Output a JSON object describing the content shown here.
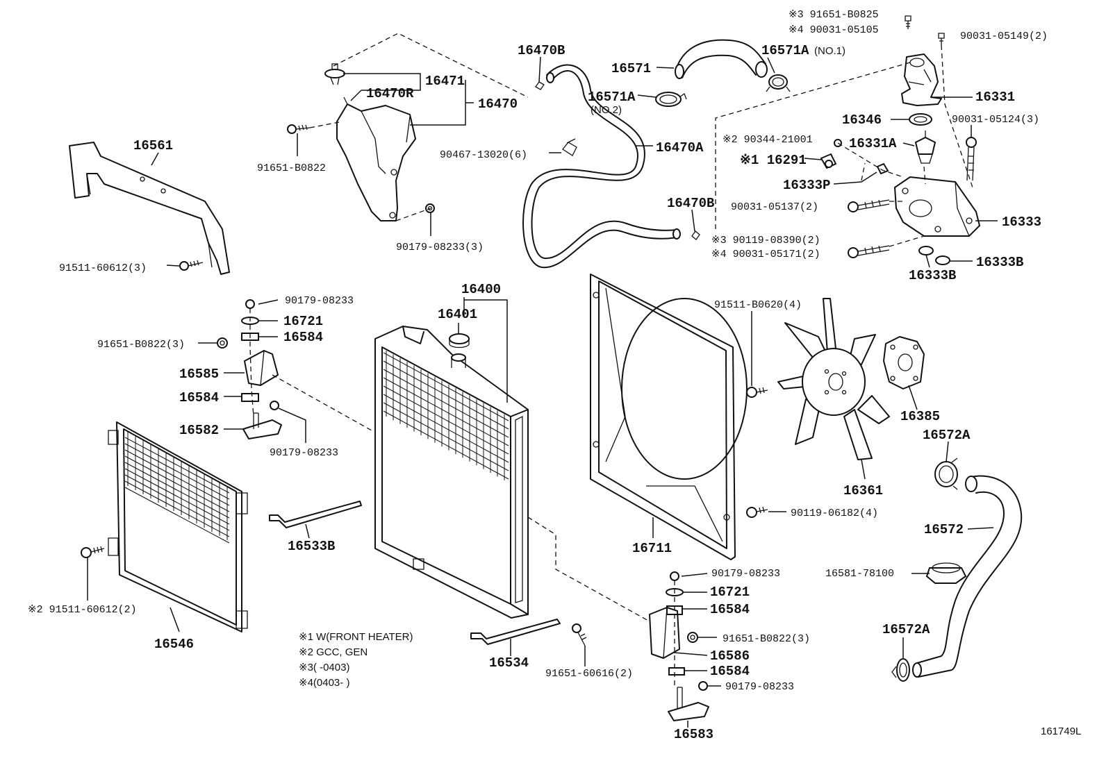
{
  "diagram_id": "161749L",
  "labels": {
    "l16561": "16561",
    "l91511_60612_3": "91511-60612(3)",
    "l16471": "16471",
    "l16470R": "16470R",
    "l16470": "16470",
    "l91651_B0822": "91651-B0822",
    "l90179_08233_3": "90179-08233(3)",
    "l16470B_top": "16470B",
    "l90467_13020_6": "90467-13020(6)",
    "l16470A": "16470A",
    "l16470B_mid": "16470B",
    "l16571": "16571",
    "l16571A_no1": "16571A",
    "l16571A_no1_tag": "(NO.1)",
    "l16571A_no2": "16571A",
    "l16571A_no2_tag": "(NO.2)",
    "l3_91651_B0825": "※3 91651-B0825",
    "l4_90031_05105": "※4 90031-05105",
    "l90031_05149_2": "90031-05149(2)",
    "l16331": "16331",
    "l16346": "16346",
    "l90031_05124_3": "90031-05124(3)",
    "l2_90344_21001": "※2 90344-21001",
    "l16331A": "16331A",
    "l1_16291": "※1 16291",
    "l16333P": "16333P",
    "l90031_05137_2": "90031-05137(2)",
    "l16333": "16333",
    "l3_90119_08390_2": "※3 90119-08390(2)",
    "l4_90031_05171_2": "※4 90031-05171(2)",
    "l16333B_a": "16333B",
    "l16333B_b": "16333B",
    "l90179_08233_a": "90179-08233",
    "l16721_a": "16721",
    "l16584_a": "16584",
    "l91651_B0822_3_a": "91651-B0822(3)",
    "l16585": "16585",
    "l16584_b": "16584",
    "l16582": "16582",
    "l90179_08233_b": "90179-08233",
    "l16400": "16400",
    "l16401": "16401",
    "l91511_B0620_4": "91511-B0620(4)",
    "l16385": "16385",
    "l16572A_top": "16572A",
    "l16361": "16361",
    "l90119_06182_4": "90119-06182(4)",
    "l16572": "16572",
    "l16711": "16711",
    "l16533B": "16533B",
    "l2_91511_60612_2": "※2 91511-60612(2)",
    "l16546": "16546",
    "l90179_08233_c": "90179-08233",
    "l16721_b": "16721",
    "l16584_c": "16584",
    "l16581_78100": "16581-78100",
    "l91651_B0822_3_b": "91651-B0822(3)",
    "l16586": "16586",
    "l16584_d": "16584",
    "l90179_08233_d": "90179-08233",
    "l16583": "16583",
    "l16534": "16534",
    "l91651_60616_2": "91651-60616(2)",
    "l16572A_bot": "16572A"
  },
  "notes": {
    "n1": "※1 W(FRONT HEATER)",
    "n2": "※2 GCC, GEN",
    "n3": "※3(         -0403)",
    "n4": "※4(0403-         )"
  }
}
